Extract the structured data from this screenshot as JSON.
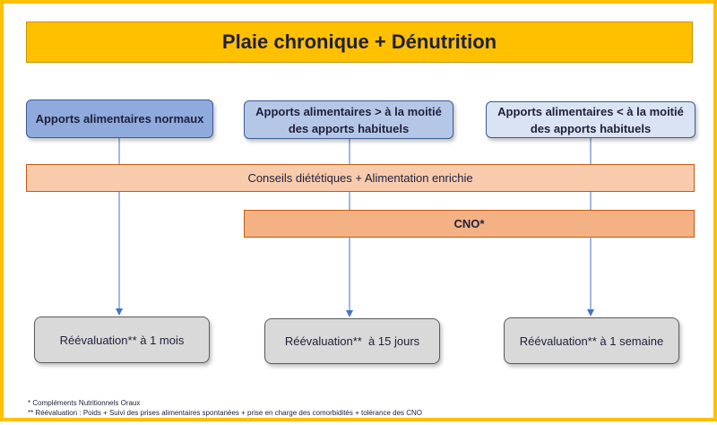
{
  "title": "Plaie chronique + Dénutrition",
  "categories": [
    {
      "label": "Apports alimentaires normaux"
    },
    {
      "label_line1": "Apports alimentaires > à la moitié",
      "label_line2": "des apports habituels"
    },
    {
      "label_line1": "Apports alimentaires < à la moitié",
      "label_line2": "des apports habituels"
    }
  ],
  "bands": {
    "conseils": "Conseils diététiques + Alimentation enrichie",
    "cno": "CNO*"
  },
  "reevaluations": [
    {
      "label": "Réévaluation** à 1 mois"
    },
    {
      "label": "Réévaluation**  à 15 jours"
    },
    {
      "label": "Réévaluation** à 1 semaine"
    }
  ],
  "footnotes": [
    "* Compléments Nutritionnels Oraux",
    "** Réévaluation : Poids + Suivi des prises alimentaires spontanées + prise en charge des comorbidités + tolérance des CNO"
  ],
  "colors": {
    "frame": "#ffc000",
    "title_bg": "#ffc000",
    "cat_normal": "#8faadc",
    "cat_half_more": "#b4c7e7",
    "cat_half_less": "#dae3f3",
    "band_conseils": "#f8cbad",
    "band_cno": "#f4b183",
    "reeval_bg": "#d9d9d9",
    "connector": "#4472c4"
  }
}
